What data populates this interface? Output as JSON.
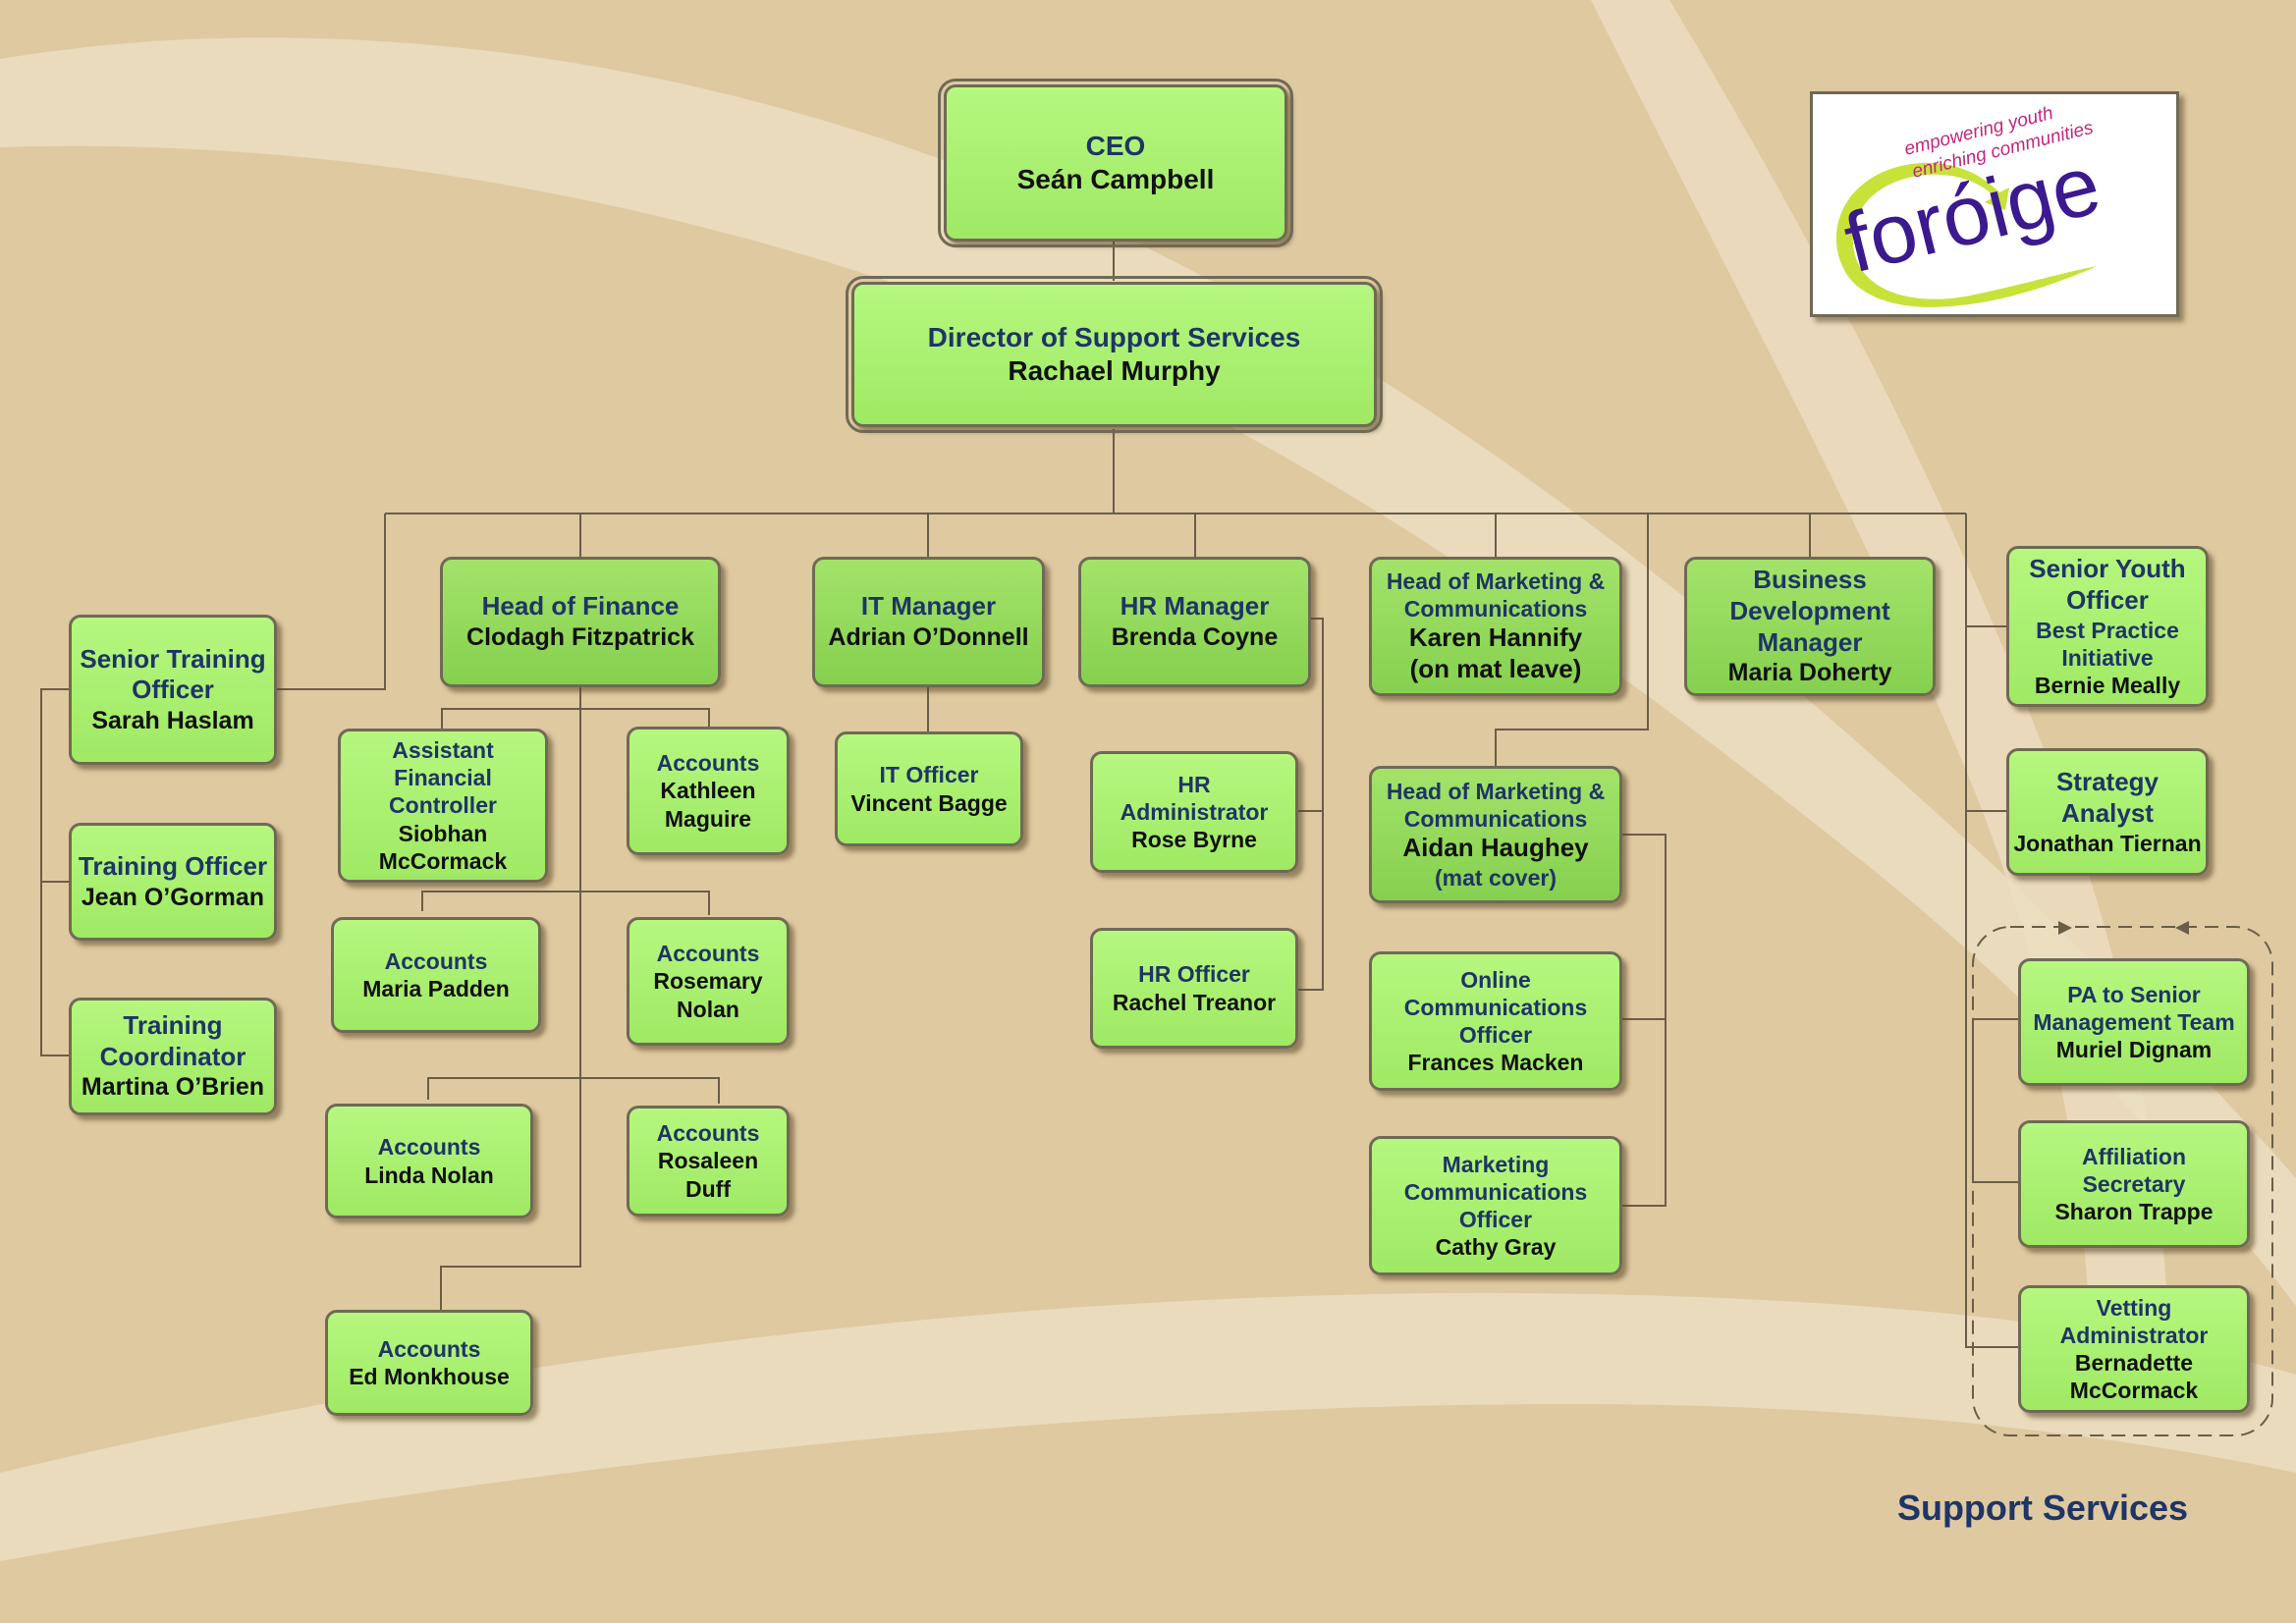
{
  "colors": {
    "background": "#dfc9a1",
    "box_fill": "#b6f77f",
    "title_text": "#1e3566",
    "name_text": "#111111",
    "logo_purple": "#3a1a8e",
    "logo_magenta": "#c0287e",
    "logo_green": "#c8e23a"
  },
  "logo": {
    "tagline_1": "empowering youth",
    "tagline_2": "enriching communities",
    "wordmark": "foróige"
  },
  "footer": {
    "title": "Support Services"
  },
  "nodes": {
    "ceo": {
      "title": "CEO",
      "name": "Seán Campbell"
    },
    "director": {
      "title": "Director of Support Services",
      "name": "Rachael Murphy"
    },
    "senior_training_officer": {
      "title": "Senior Training\nOfficer",
      "name": "Sarah Haslam"
    },
    "training_officer": {
      "title": "Training Officer",
      "name": "Jean O’Gorman"
    },
    "training_coordinator": {
      "title": "Training\nCoordinator",
      "name": "Martina O’Brien"
    },
    "head_of_finance": {
      "title": "Head of Finance",
      "name": "Clodagh Fitzpatrick"
    },
    "assistant_financial_controller": {
      "title": "Assistant\nFinancial\nController",
      "name": "Siobhan\nMcCormack"
    },
    "accounts_kathleen": {
      "title": "Accounts",
      "name": "Kathleen\nMaguire"
    },
    "accounts_maria": {
      "title": "Accounts",
      "name": "Maria Padden"
    },
    "accounts_rosemary": {
      "title": "Accounts",
      "name": "Rosemary\nNolan"
    },
    "accounts_linda": {
      "title": "Accounts",
      "name": "Linda Nolan"
    },
    "accounts_rosaleen": {
      "title": "Accounts",
      "name": "Rosaleen\nDuff"
    },
    "accounts_ed": {
      "title": "Accounts",
      "name": "Ed Monkhouse"
    },
    "it_manager": {
      "title": "IT Manager",
      "name": "Adrian O’Donnell"
    },
    "it_officer": {
      "title": "IT Officer",
      "name": "Vincent Bagge"
    },
    "hr_manager": {
      "title": "HR Manager",
      "name": "Brenda Coyne"
    },
    "hr_administrator": {
      "title": "HR\nAdministrator",
      "name": "Rose Byrne"
    },
    "hr_officer": {
      "title": "HR Officer",
      "name": "Rachel Treanor"
    },
    "head_marketing_karen": {
      "title": "Head of Marketing &\nCommunications",
      "name": "Karen Hannify\n(on mat leave)"
    },
    "head_marketing_aidan": {
      "title": "Head of Marketing &\nCommunications",
      "name": "Aidan Haughey",
      "note": "(mat cover)"
    },
    "online_comms_officer": {
      "title": "Online\nCommunications\nOfficer",
      "name": "Frances Macken"
    },
    "marketing_comms_officer": {
      "title": "Marketing\nCommunications\nOfficer",
      "name": "Cathy Gray"
    },
    "business_development_manager": {
      "title": "Business\nDevelopment\nManager",
      "name": "Maria Doherty"
    },
    "senior_youth_officer": {
      "title": "Senior Youth\nOfficer",
      "subtitle": "Best Practice\nInitiative",
      "name": "Bernie Meally"
    },
    "strategy_analyst": {
      "title": "Strategy Analyst",
      "name": "Jonathan Tiernan"
    },
    "pa_senior_management": {
      "title": "PA to Senior\nManagement Team",
      "name": "Muriel Dignam"
    },
    "affiliation_secretary": {
      "title": "Affiliation\nSecretary",
      "name": "Sharon Trappe"
    },
    "vetting_administrator": {
      "title": "Vetting\nAdministrator",
      "name": "Bernadette\nMcCormack"
    }
  }
}
